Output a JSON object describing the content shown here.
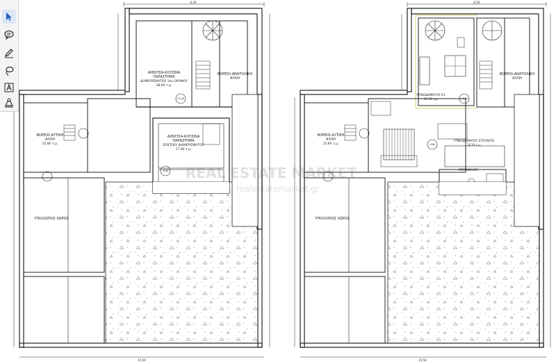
{
  "toolbar": {
    "tools": [
      {
        "name": "select-tool",
        "icon": "cursor-arrow-icon",
        "active": true
      },
      {
        "name": "comment-tool",
        "icon": "speech-bubble-icon",
        "active": false
      },
      {
        "name": "pen-tool",
        "icon": "pen-icon",
        "active": false
      },
      {
        "name": "lasso-tool",
        "icon": "lasso-icon",
        "active": false
      },
      {
        "name": "text-tool",
        "icon": "text-box-icon",
        "active": false
      },
      {
        "name": "stamp-tool",
        "icon": "stamp-icon",
        "active": false
      }
    ],
    "accent": "#1f5fbf"
  },
  "plan_left": {
    "rooms": {
      "living": [
        "ΑΙΘΟΥΣΑ-ΚΟΥΖΙΝΑ",
        "ΠΑΡΑΣΤΗΜΑ",
        "ΔΙΑΜΕΡΙΣΜΑΤΟΣ 1ου ΟΡΟΦΟΥ"
      ],
      "bedroom_right": [
        "ΒΟΡΕΙΟ-ΑΝΑΤΟΛΙΚΗ",
        "ΑΥΛΗ"
      ],
      "courtyard_mid": [
        "ΑΙΘΟΥΣΑ-ΚΟΥΖΙΝΑ",
        "ΠΑΡΑΣΤΗΜΑ",
        "ΙΣΟΓΕΙΟΥ ΔΙΑΜΕΡΙΣΜΑΤΟΣ"
      ],
      "north_yard": [
        "ΒΟΡΕΙΟ-ΔΥΤΙΚΗ",
        "ΑΥΛΗ"
      ],
      "free_area": "ΥΠΟΛΟΙΠΟΣ ΧΩΡΟΣ"
    },
    "areas": {
      "living": "38.00 τ.μ.",
      "mid": "17.60 τ.μ.",
      "north_yard": "15.80 τ.μ."
    }
  },
  "plan_right": {
    "rooms": {
      "bedroom_a": "ΥΠΝΟΔΩΜΑΤΙΟ Α1",
      "bedroom_right": [
        "ΒΟΡΕΙΟ-ΑΝΑΤΟΛΙΚΗ",
        "ΑΥΛΗ"
      ],
      "north_yard": [
        "ΒΟΡΕΙΟ-ΔΥΤΙΚΗ",
        "ΑΥΛΗ"
      ],
      "bedroom_b": "ΥΠΝΟΔΩΜΑΤΙΟ ΣΤΟΥΝΤΙΟ",
      "bath": "ΜΠΑΝΙΟ-WC",
      "free_area": "ΥΠΟΛΟΙΠΟΣ ΧΩΡΟΣ"
    },
    "areas": {
      "bedroom_a": "11.50 τ.μ.",
      "bedroom_b": "14.20 τ.μ.",
      "north_yard": "15.80 τ.μ."
    }
  },
  "level_tags": [
    "+0.00",
    "-0.60",
    "+0.00",
    "-0.60"
  ],
  "dims": {
    "top_left": "6.20",
    "top_right": "6.20",
    "bottom_left": "15.50",
    "bottom_right": "15.50"
  },
  "watermark": [
    "REAL ESTATE MARKET",
    "realestatemarket.gr"
  ]
}
